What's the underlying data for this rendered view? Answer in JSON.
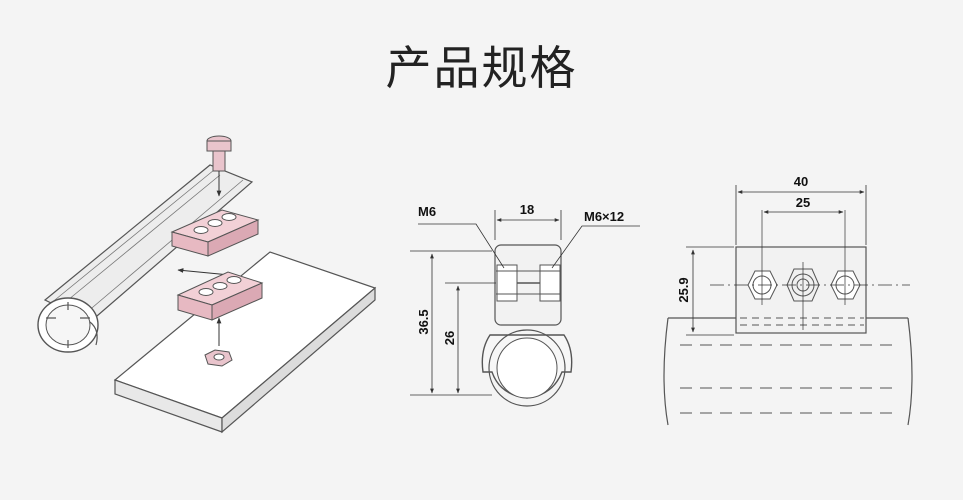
{
  "page": {
    "title": "产品规格"
  },
  "front_view": {
    "label_bolt": "M6",
    "label_width": "18",
    "label_screw": "M6×12",
    "label_total_height": "36.5",
    "label_tube_height": "26"
  },
  "side_view": {
    "label_length": "40",
    "label_hole_spacing": "25",
    "label_height": "25.9"
  }
}
